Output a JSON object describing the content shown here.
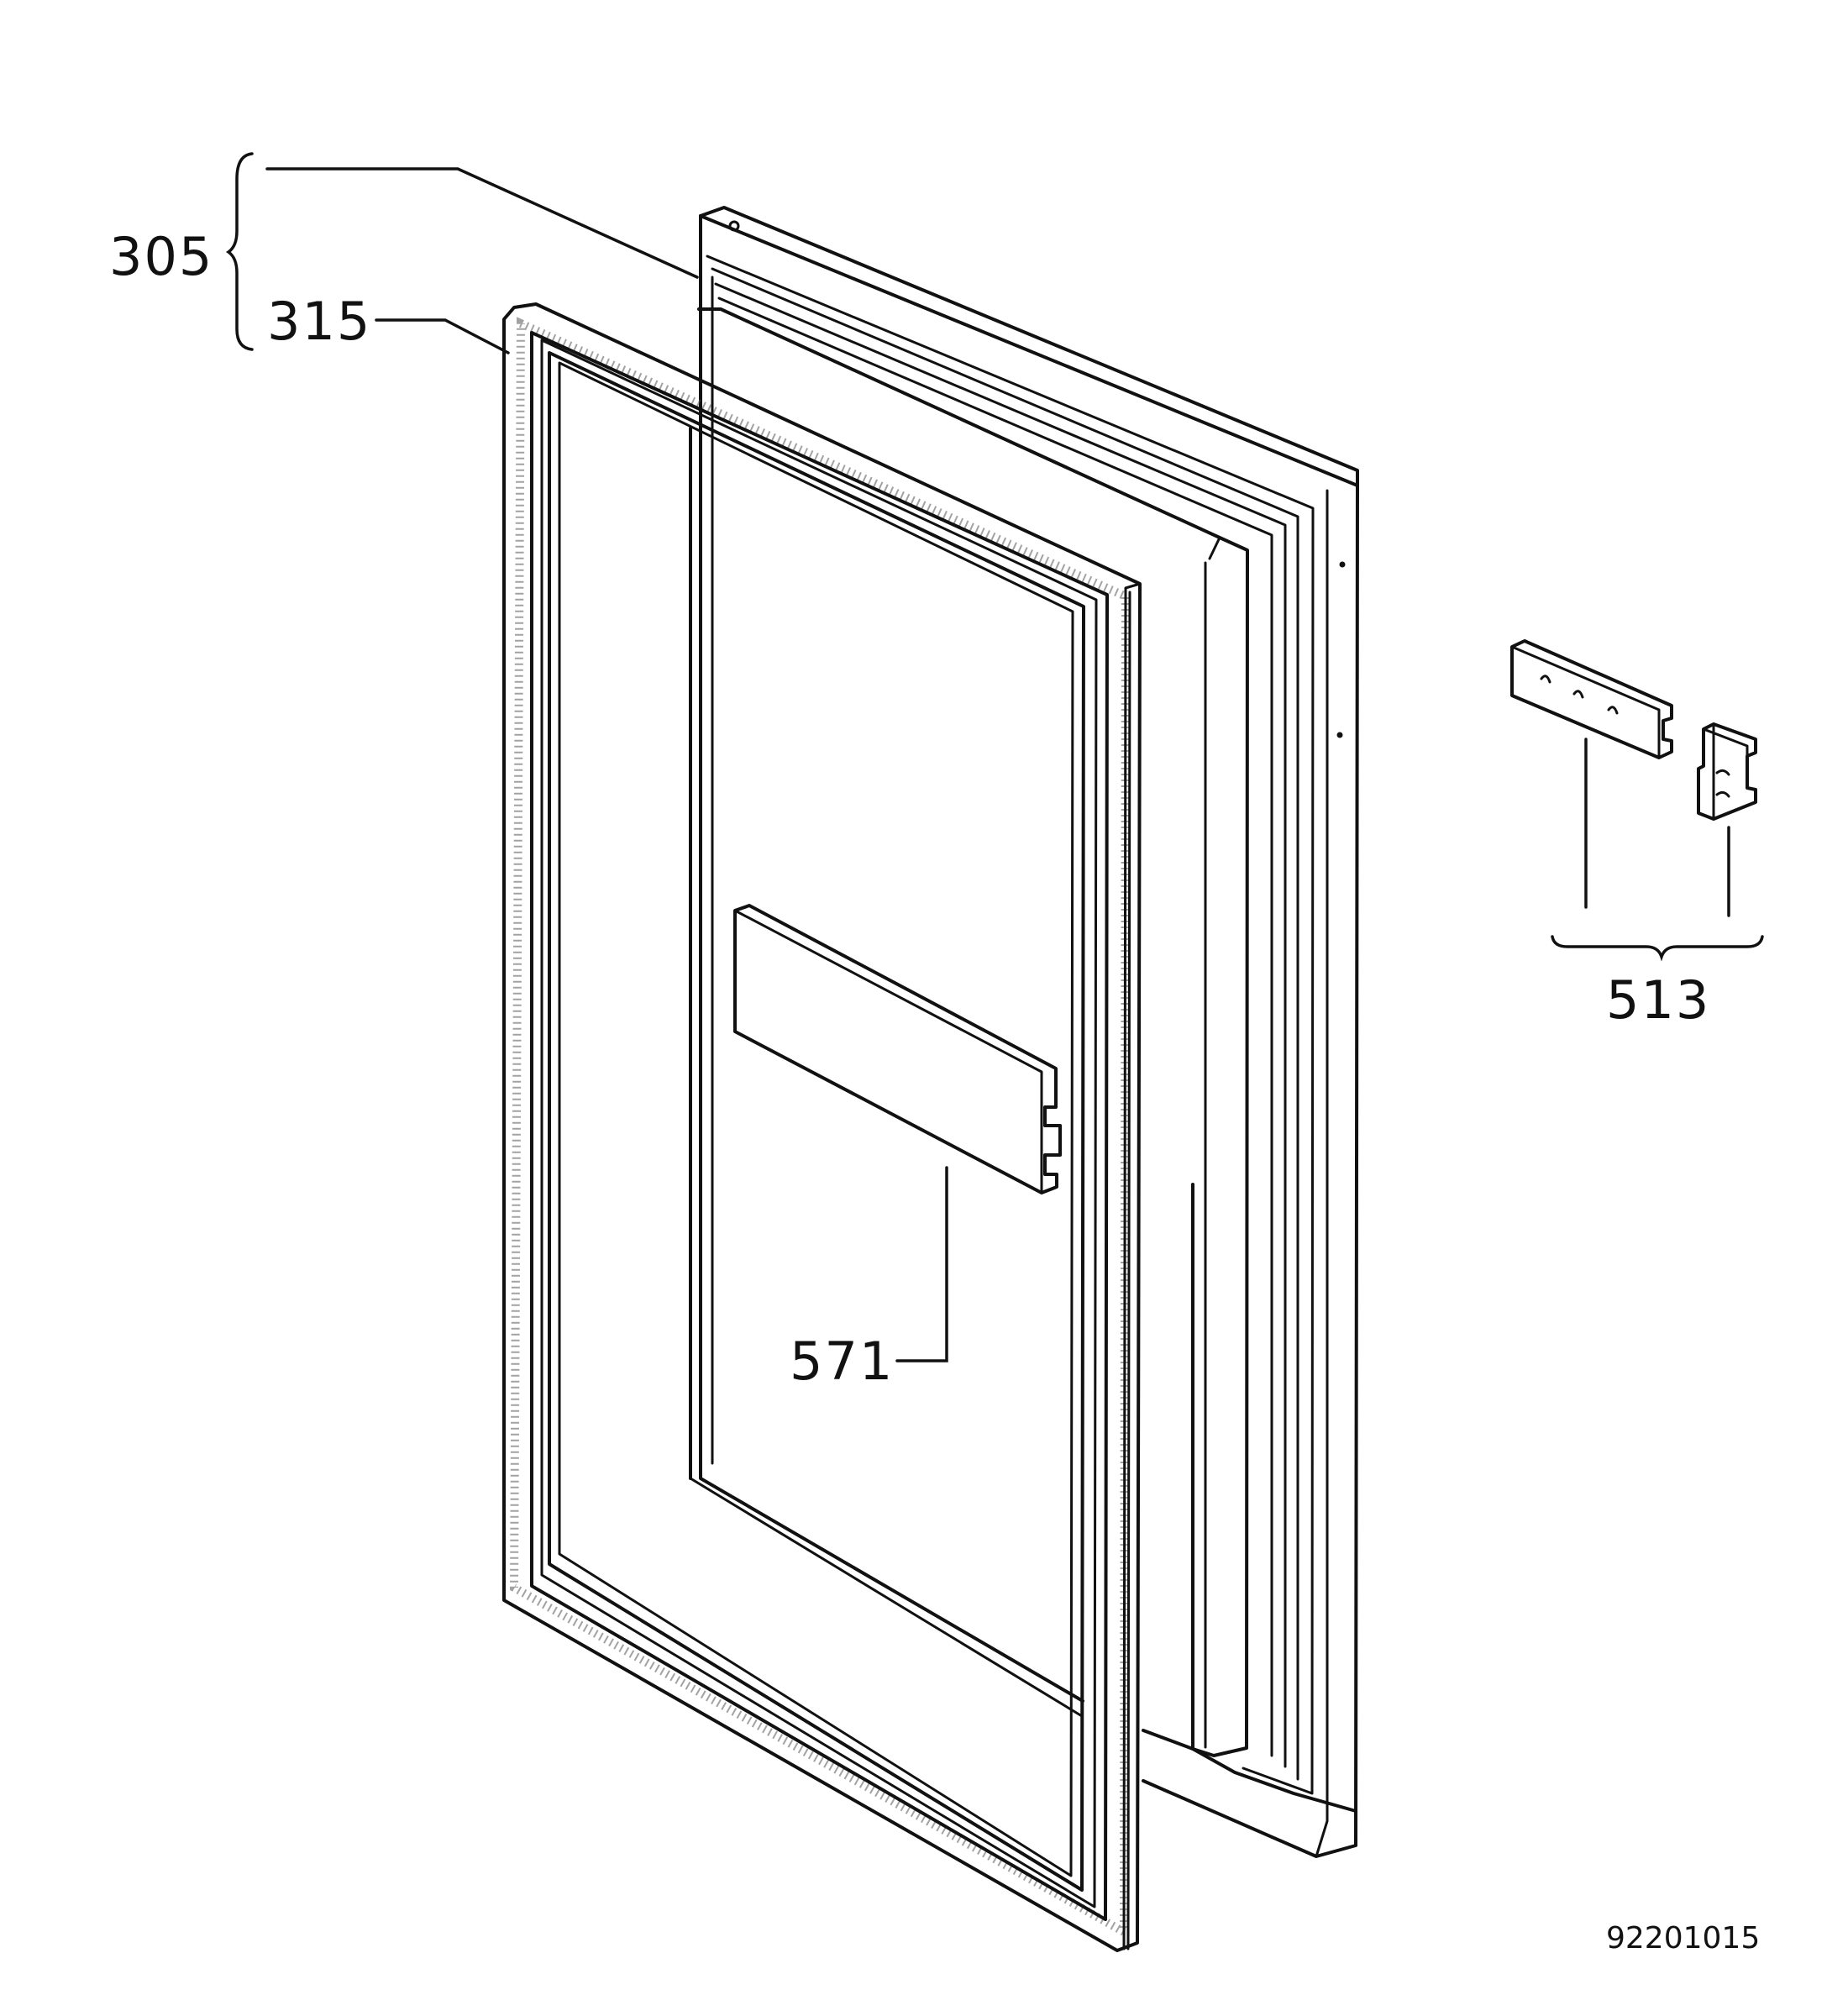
{
  "callouts": {
    "door_assembly": "305",
    "door_gasket": "315",
    "door_shelf": "571",
    "hinge_set": "513"
  },
  "drawing_number": "92201015"
}
